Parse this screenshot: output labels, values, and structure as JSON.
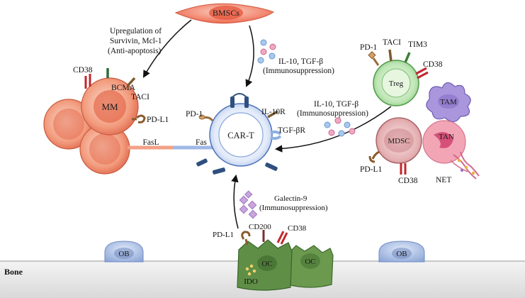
{
  "bmsc": {
    "label": "BMSCs"
  },
  "bmsc_to_mm": {
    "line1": "Upregulation of",
    "line2": "Survivin, Mcl-1",
    "line3": "(Anti-apoptosis)"
  },
  "bmsc_to_cart": {
    "line1": "IL-10, TGF-β",
    "line2": "(Immunosuppression)"
  },
  "treg_to_cart": {
    "line1": "IL-10, TGF-β",
    "line2": "(Immunosuppression)"
  },
  "oc_to_cart": {
    "line1": "Galectin-9",
    "line2": "(Immunosuppression)"
  },
  "mm": {
    "label": "MM",
    "markers": {
      "cd38": "CD38",
      "bcma": "BCMA",
      "taci": "TACI",
      "pdl1": "PD-L1",
      "fasl": "FasL"
    }
  },
  "cart": {
    "label": "CAR-T",
    "markers": {
      "pd1": "PD-1",
      "il10r": "IL-10R",
      "tgfbr": "TGF-βR",
      "fas": "Fas"
    }
  },
  "treg": {
    "label": "Treg",
    "markers": {
      "pd1": "PD-1",
      "taci": "TACI",
      "tim3": "TIM3",
      "cd38": "CD38"
    }
  },
  "tam": {
    "label": "TAM"
  },
  "mdsc": {
    "label": "MDSC",
    "markers": {
      "pdl1": "PD-L1",
      "cd38": "CD38"
    }
  },
  "tan": {
    "label": "TAN",
    "net": "NET"
  },
  "oc": {
    "label1": "OC",
    "label2": "OC",
    "ido": "IDO",
    "markers": {
      "pdl1": "PD-L1",
      "cd200": "CD200",
      "cd38": "CD38"
    }
  },
  "ob": {
    "label1": "OB",
    "label2": "OB"
  },
  "bone": {
    "label": "Bone"
  },
  "colors": {
    "mm": "#e87a60",
    "cart": "#c9d8f2",
    "treg": "#9fd49a",
    "tam": "#a996dd",
    "mdsc": "#d28a8e",
    "tan": "#f2a5b5",
    "oc": "#5f8f47",
    "ob": "#9eb5df",
    "bmsc": "#f0745a"
  }
}
